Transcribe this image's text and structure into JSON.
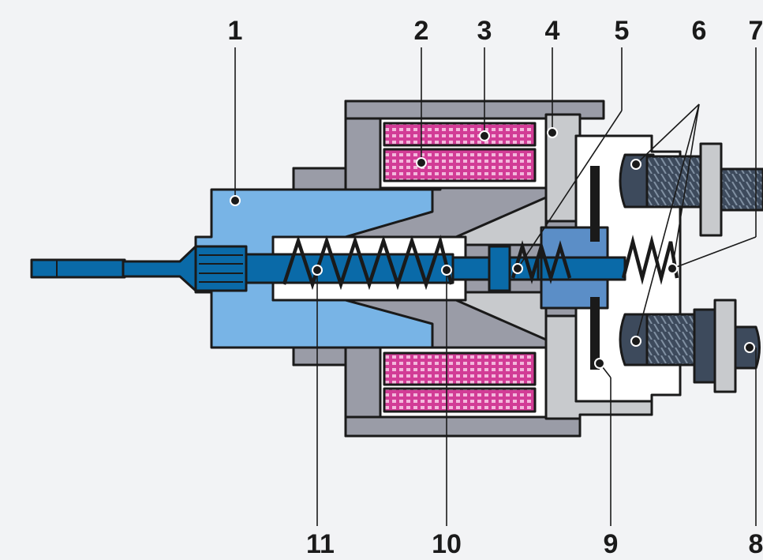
{
  "labels": {
    "l1": "1",
    "l2": "2",
    "l3": "3",
    "l4": "4",
    "l5": "5",
    "l6": "6",
    "l7": "7",
    "l8": "8",
    "l9": "9",
    "l10": "10",
    "l11": "11"
  },
  "colors": {
    "background": "#f2f3f5",
    "housing": "#9a9ca7",
    "light_gray": "#c8cacd",
    "core_blue": "#78b4e6",
    "rod_blue": "#0a6aa8",
    "contact_blue": "#5b8ec7",
    "winding_magenta": "#d23c96",
    "terminal_dark": "#3d4a5c",
    "outline": "#1a1a1a"
  }
}
